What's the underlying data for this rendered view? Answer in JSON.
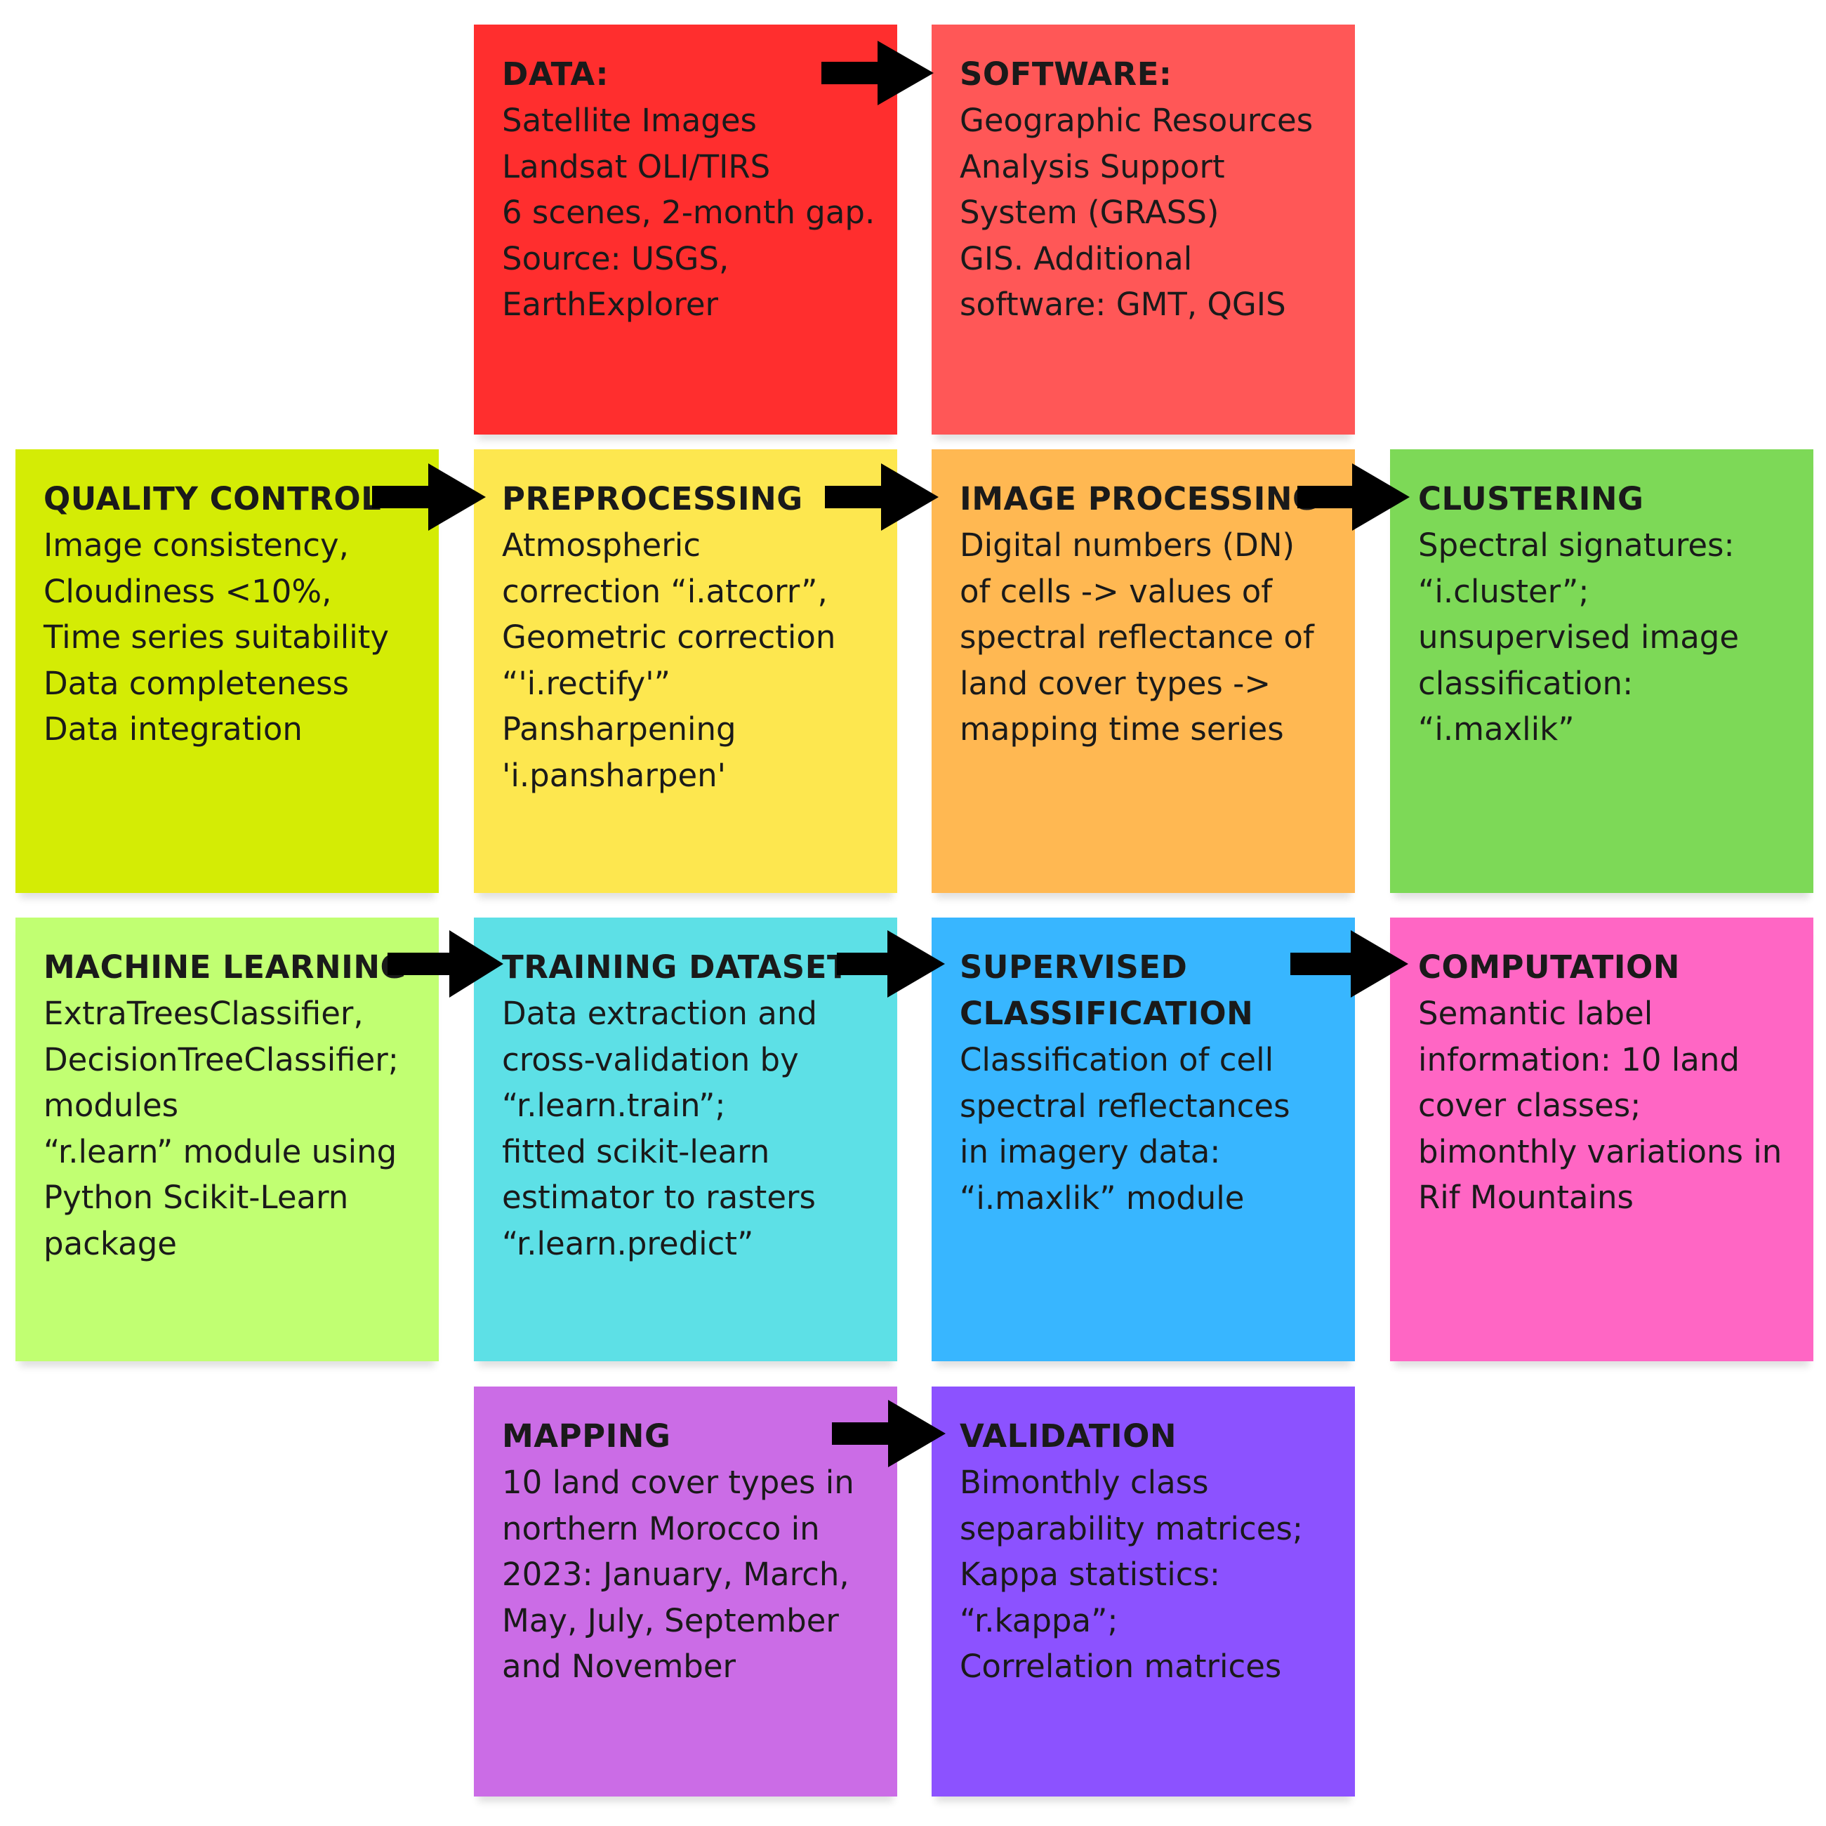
{
  "colors": {
    "data": "#ff2e2e",
    "software": "#ff5757",
    "quality_control": "#d4ec05",
    "preprocessing": "#fde74f",
    "image_processing": "#ffb852",
    "clustering": "#7dd957",
    "machine_learning": "#c1ff72",
    "training_dataset": "#5de0e6",
    "supervised_classification": "#38b6ff",
    "computation": "#ff66c4",
    "mapping": "#cb6ce6",
    "validation": "#8c52ff",
    "arrow": "#000000"
  },
  "boxes": {
    "data": {
      "title": "DATA:",
      "body": "Satellite Images\nLandsat OLI/TIRS\n6 scenes, 2-month gap.\nSource: USGS,\nEarthExplorer"
    },
    "software": {
      "title": "SOFTWARE:",
      "body": "Geographic Resources\nAnalysis Support\nSystem (GRASS)\nGIS. Additional\nsoftware: GMT, QGIS"
    },
    "quality_control": {
      "title": "QUALITY CONTROL",
      "body": "Image consistency,\nCloudiness <10%,\nTime series suitability\nData completeness\nData integration"
    },
    "preprocessing": {
      "title": "PREPROCESSING",
      "body": "Atmospheric\ncorrection “i.atcorr”,\nGeometric correction\n“'i.rectify'”\nPansharpening\n'i.pansharpen'"
    },
    "image_processing": {
      "title": "IMAGE PROCESSING",
      "body": "Digital numbers (DN)\nof cells -> values of\nspectral reflectance of\nland cover types ->\nmapping time series"
    },
    "clustering": {
      "title": "CLUSTERING",
      "body": "Spectral signatures:\n“i.cluster”;\nunsupervised image\nclassification:\n“i.maxlik”"
    },
    "machine_learning": {
      "title": "MACHINE LEARNING",
      "body": "ExtraTreesClassifier,\nDecisionTreeClassifier;\nmodules\n“r.learn” module using\nPython Scikit-Learn\npackage"
    },
    "training_dataset": {
      "title": "TRAINING DATASET",
      "body": "Data extraction and\ncross-validation by\n“r.learn.train”;\nfitted scikit-learn\nestimator to rasters\n“r.learn.predict”"
    },
    "supervised_classification": {
      "title": "SUPERVISED\nCLASSIFICATION",
      "body": "Classification of cell\nspectral reflectances\nin imagery data:\n“i.maxlik” module"
    },
    "computation": {
      "title": "COMPUTATION",
      "body": "Semantic label\ninformation: 10 land\ncover classes;\nbimonthly variations in\nRif Mountains"
    },
    "mapping": {
      "title": "MAPPING",
      "body": "10 land cover types in\nnorthern Morocco in\n2023: January, March,\nMay, July, September\nand November"
    },
    "validation": {
      "title": "VALIDATION",
      "body": "Bimonthly class\nseparability matrices;\nKappa statistics:\n“r.kappa”;\nCorrelation matrices"
    }
  },
  "connections": [
    {
      "from": "data",
      "to": "software"
    },
    {
      "from": "quality_control",
      "to": "preprocessing"
    },
    {
      "from": "preprocessing",
      "to": "image_processing"
    },
    {
      "from": "image_processing",
      "to": "clustering"
    },
    {
      "from": "machine_learning",
      "to": "training_dataset"
    },
    {
      "from": "training_dataset",
      "to": "supervised_classification"
    },
    {
      "from": "supervised_classification",
      "to": "computation"
    },
    {
      "from": "mapping",
      "to": "validation"
    }
  ]
}
